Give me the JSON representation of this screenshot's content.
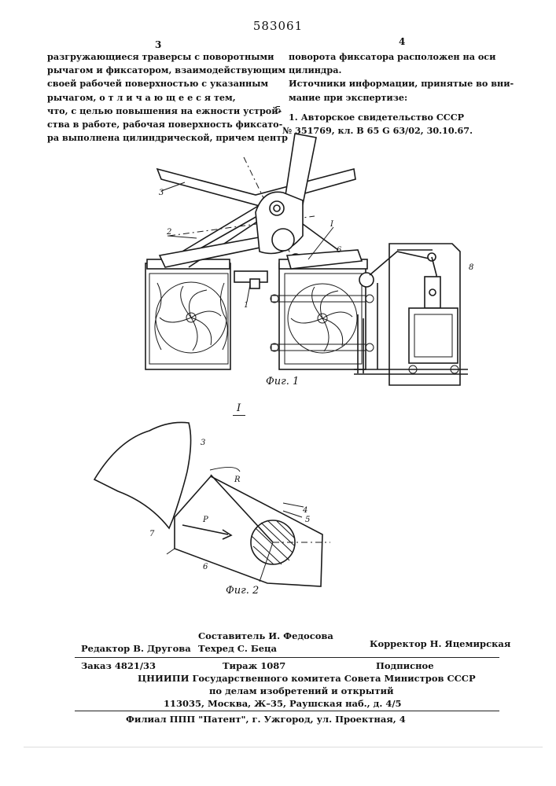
{
  "header": {
    "patent_number": "583061",
    "left_column_number": "3",
    "right_column_number": "4",
    "line_marker": "5"
  },
  "left_column": {
    "lines": [
      "разгружающиеся траверсы с поворотными",
      "рычагом и фиксатором, взаимодействующим",
      "своей рабочей поверхностью с указанным",
      "рычагом, о т л и ч а ю щ е е с я  тем,",
      "что, с целью повышения на ежности устрой-",
      "ства в работе, рабочая поверхность фиксато-",
      "ра выполнена цилиндрической, причем центр"
    ]
  },
  "right_column": {
    "lines": [
      "поворота фиксатора расположен на оси",
      "цилиндра.",
      "   Источники информации, принятые во вни-",
      "мание при экспертизе:",
      "",
      "   1. Авторское свидетельство СССР",
      "№ 351769, кл. В 65 G 63/02, 30.10.67."
    ]
  },
  "figure1": {
    "caption": "Фиг. 1",
    "labels": {
      "l1": "1",
      "l2": "2",
      "l3": "3",
      "l6": "6",
      "l8": "8",
      "lI": "I"
    }
  },
  "figure2": {
    "caption": "Фиг. 2",
    "view_label": "I",
    "labels": {
      "l3": "3",
      "l4": "4",
      "l5": "5",
      "l6": "6",
      "l7": "7",
      "lP": "P",
      "lR": "R"
    }
  },
  "imprint": {
    "compiler": "Составитель И. Федосова",
    "editor": "Редактор В. Другова",
    "techred": "Техред  С. Беца",
    "corrector": "Корректор Н. Яцемирская",
    "order": "Заказ 4821/33",
    "circulation": "Тираж 1087",
    "subscription": "Подписное",
    "org_line1": "ЦНИИПИ Государственного комитета Совета Министров  СССР",
    "org_line2": "по делам изобретений и открытий",
    "address": "113035, Москва, Ж–35, Раушская наб., д. 4/5",
    "branch": "Филиал ППП \"Патент\", г. Ужгород, ул. Проектная, 4"
  }
}
